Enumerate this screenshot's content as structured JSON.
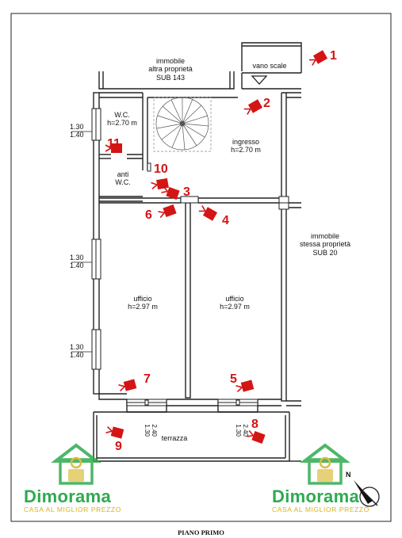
{
  "rooms": {
    "stair": "vano scale",
    "wc_label": "W.C.",
    "wc_height": "h=2.70 m",
    "anti_line1": "anti",
    "anti_line2": "W.C.",
    "entrance": "ingresso",
    "entrance_height": "h=2.70 m",
    "office_left": "ufficio",
    "office_left_height": "h=2.97 m",
    "office_right": "ufficio",
    "office_right_height": "h=2.97 m",
    "terrace": "terrazza"
  },
  "neighbors": {
    "top_line1": "immobile",
    "top_line2": "altra proprietà",
    "top_line3": "SUB 143",
    "right_line1": "immobile",
    "right_line2": "stessa proprietà",
    "right_line3": "SUB 20"
  },
  "windows": [
    {
      "a": "1.30",
      "b": "1.40"
    },
    {
      "a": "1.30",
      "b": "1.40"
    },
    {
      "a": "1.30",
      "b": "1.40"
    }
  ],
  "doors": [
    {
      "a": "2.40",
      "b": "1.30"
    },
    {
      "a": "2.40",
      "b": "1.30"
    }
  ],
  "cameras": [
    "1",
    "2",
    "3",
    "4",
    "5",
    "6",
    "7",
    "8",
    "9",
    "10",
    "11"
  ],
  "brand": {
    "name": "Dimorama",
    "tagline": "CASA AL MIGLIOR PREZZO",
    "green": "#2eab4f",
    "gold": "#d7b21e"
  },
  "compass": "N",
  "marker_color": "#d41515",
  "footer": "PIANO PRIMO"
}
